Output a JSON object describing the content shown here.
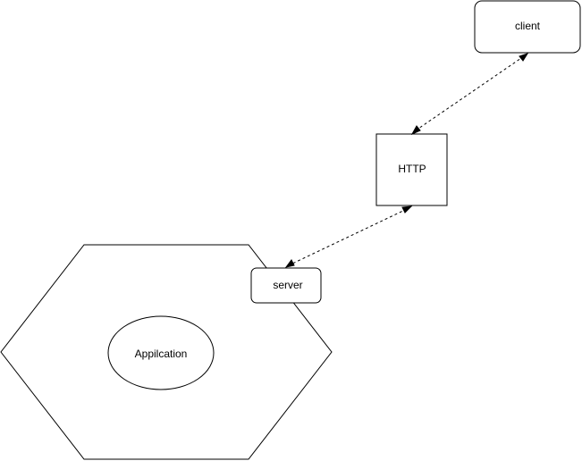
{
  "diagram": {
    "nodes": {
      "client": {
        "label": "client",
        "shape": "rounded-rectangle"
      },
      "http": {
        "label": "HTTP",
        "shape": "rectangle"
      },
      "server": {
        "label": "server",
        "shape": "rounded-rectangle"
      },
      "hexagon": {
        "label": "",
        "shape": "hexagon"
      },
      "application": {
        "label": "Appilcation",
        "shape": "ellipse"
      }
    },
    "edges": [
      {
        "from": "client",
        "to": "http",
        "style": "dashed",
        "arrows": "both"
      },
      {
        "from": "http",
        "to": "server",
        "style": "dashed",
        "arrows": "both"
      }
    ],
    "colors": {
      "stroke": "#000000",
      "fill": "#ffffff",
      "text": "#000000"
    }
  }
}
